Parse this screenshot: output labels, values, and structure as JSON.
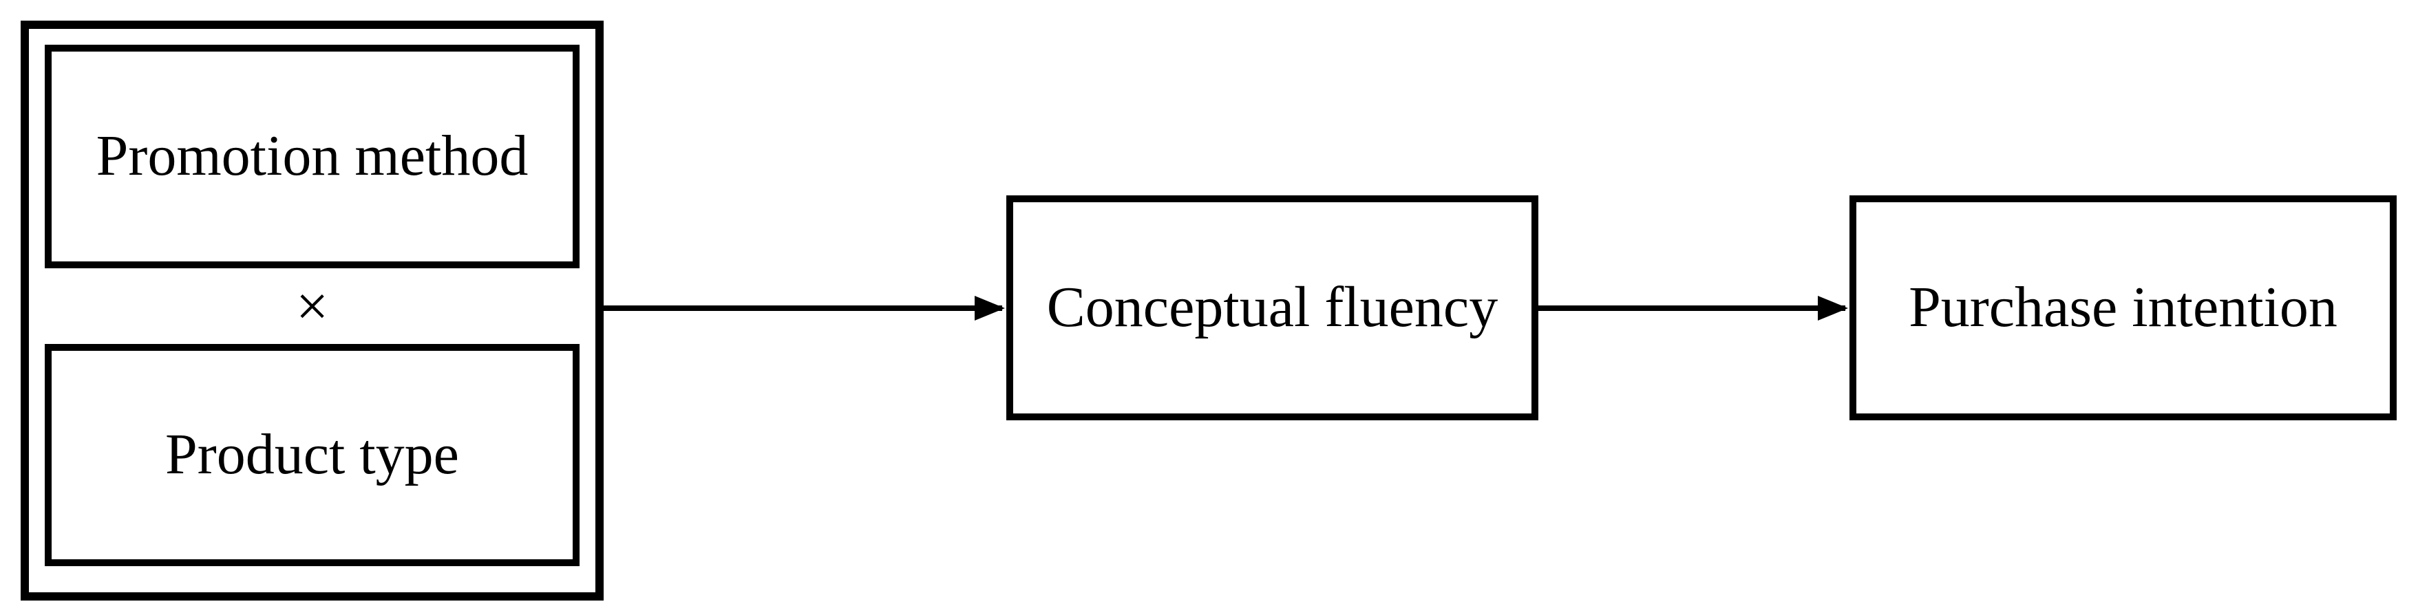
{
  "diagram": {
    "kind": "conceptual-model",
    "colors": {
      "background": "#ffffff",
      "line": "#000000",
      "text": "#000000"
    },
    "nodes": {
      "promotion_method": "Promotion method",
      "product_type": "Product type",
      "conceptual_fluency": "Conceptual fluency",
      "purchase_intention": "Purchase intention"
    },
    "operator": "×",
    "edges": [
      {
        "from": "Promotion method × Product type",
        "to": "Conceptual fluency",
        "style": "arrow"
      },
      {
        "from": "Conceptual fluency",
        "to": "Purchase intention",
        "style": "arrow"
      }
    ]
  }
}
